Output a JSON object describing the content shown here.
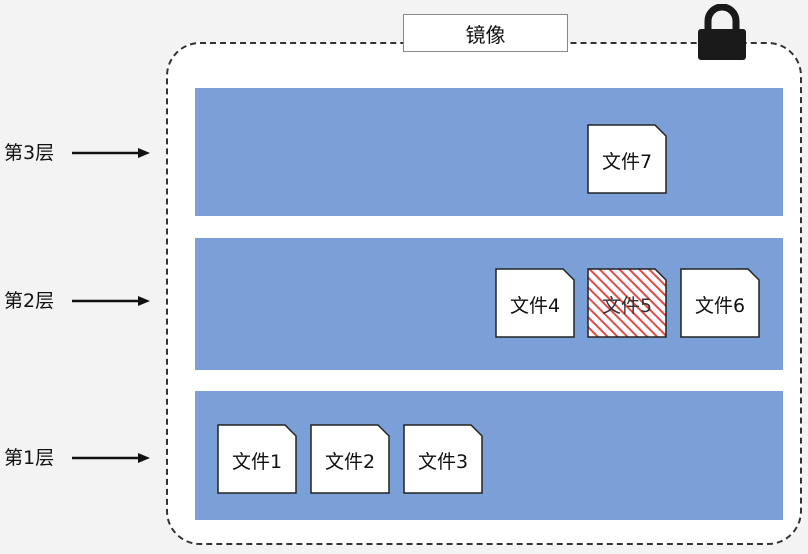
{
  "image_title": "镜像",
  "layers": [
    {
      "label": "第3层",
      "files": [
        "文件7"
      ]
    },
    {
      "label": "第2层",
      "files": [
        "文件4",
        "文件5",
        "文件6"
      ]
    },
    {
      "label": "第1层",
      "files": [
        "文件1",
        "文件2",
        "文件3"
      ]
    }
  ],
  "colors": {
    "layer_fill": "#7aa0d7",
    "file_fill": "#ffffff",
    "deleted_file_hatch": "#e04a4a",
    "lock": "#1a1a1a"
  },
  "icons": {
    "lock": "lock-icon",
    "arrow": "arrow-right-icon"
  }
}
